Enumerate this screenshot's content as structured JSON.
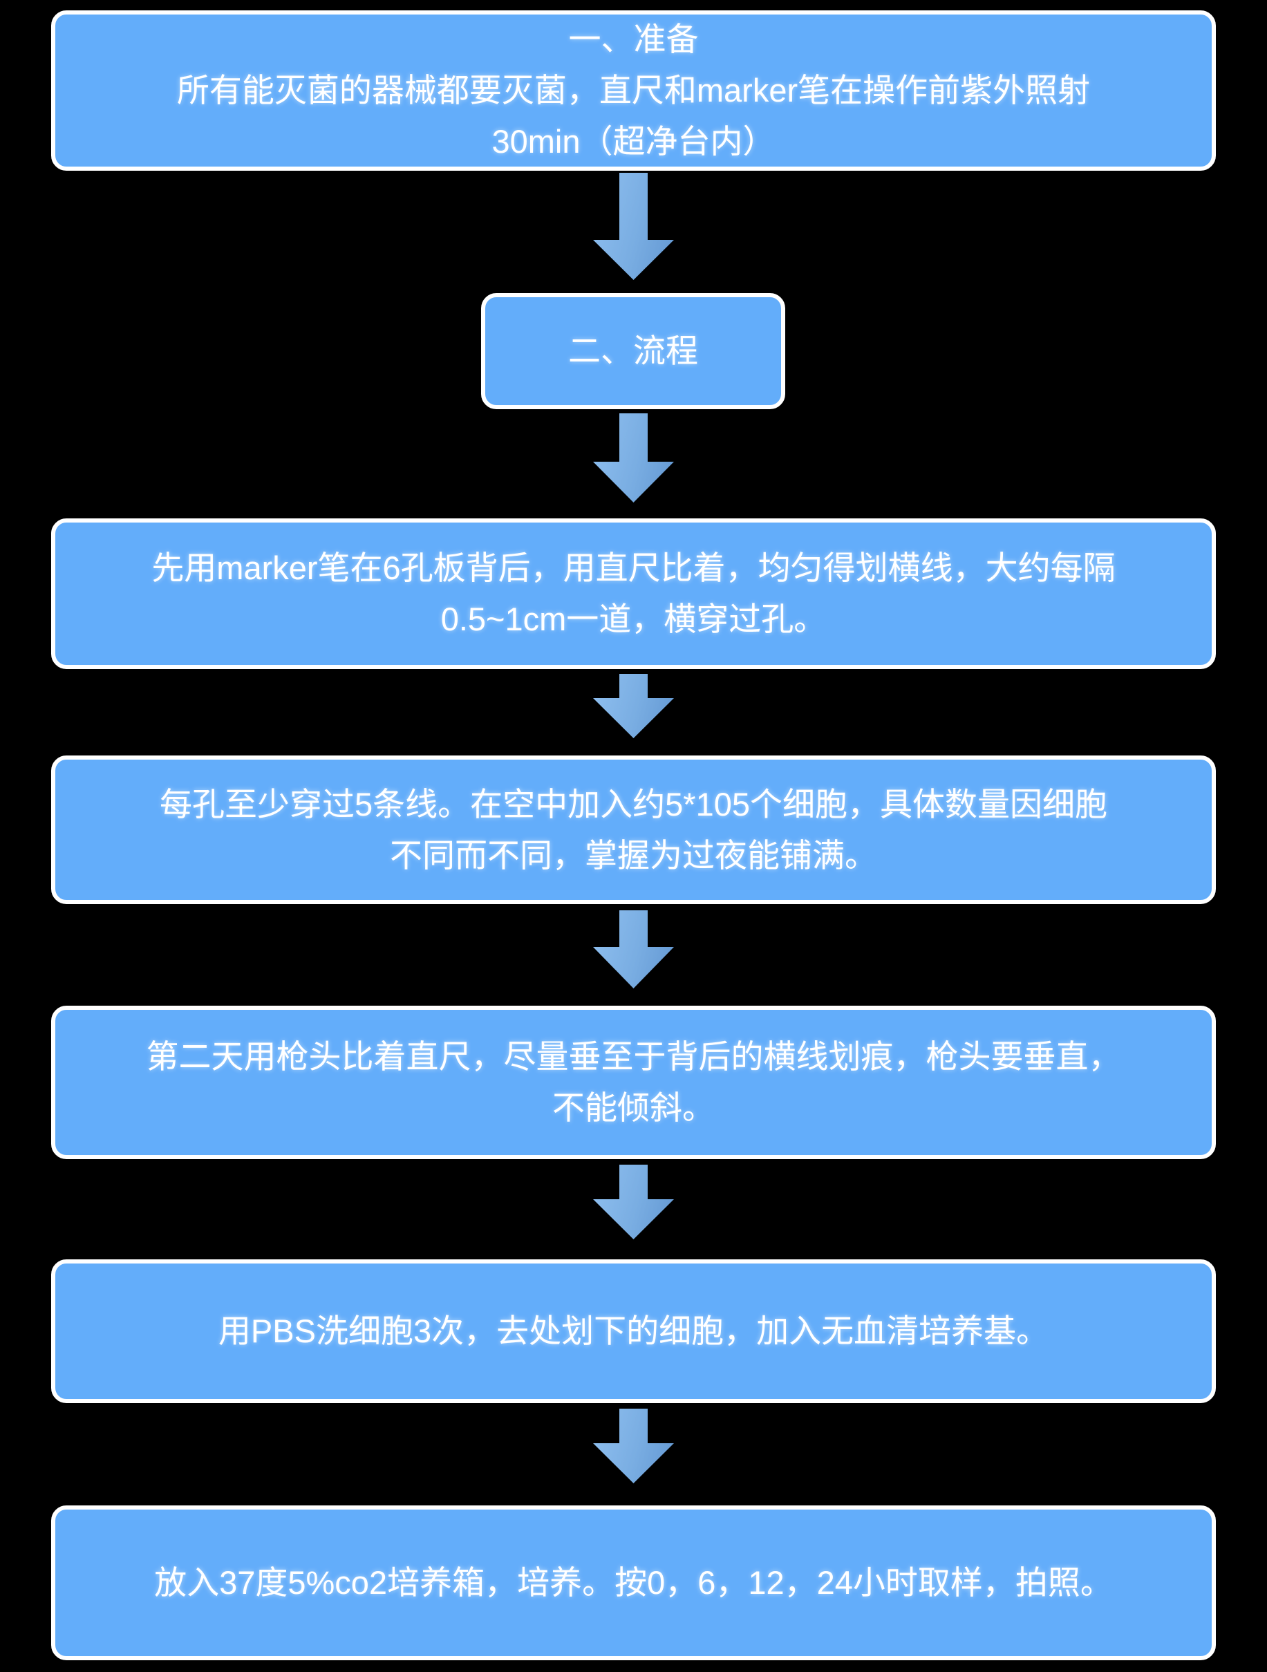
{
  "flowchart": {
    "colors": {
      "bg": "#000000",
      "box_fill": "#63ADFA",
      "box_border": "#FFFFFF",
      "text": "#FFFFFF",
      "arrow_start": "#90C0F0",
      "arrow_end": "#6297D2"
    },
    "steps": [
      {
        "name": "prepare",
        "lines": [
          "一、准备",
          "所有能灭菌的器械都要灭菌，直尺和marker笔在操作前紫外照射",
          "30min（超净台内）"
        ]
      },
      {
        "name": "process-title",
        "lines": [
          "二、流程"
        ]
      },
      {
        "name": "draw-lines",
        "lines": [
          "先用marker笔在6孔板背后，用直尺比着，均匀得划横线，大约每隔",
          "0.5~1cm一道，横穿过孔。"
        ]
      },
      {
        "name": "seed-cells",
        "lines": [
          "每孔至少穿过5条线。在空中加入约5*105个细胞，具体数量因细胞",
          "不同而不同，掌握为过夜能铺满。"
        ]
      },
      {
        "name": "scratch",
        "lines": [
          "第二天用枪头比着直尺，尽量垂至于背后的横线划痕，枪头要垂直，",
          "不能倾斜。"
        ]
      },
      {
        "name": "wash",
        "lines": [
          "用PBS洗细胞3次，去处划下的细胞，加入无血清培养基。"
        ]
      },
      {
        "name": "incubate",
        "lines": [
          "放入37度5%co2培养箱，培养。按0，6，12，24小时取样，拍照。"
        ]
      }
    ]
  }
}
